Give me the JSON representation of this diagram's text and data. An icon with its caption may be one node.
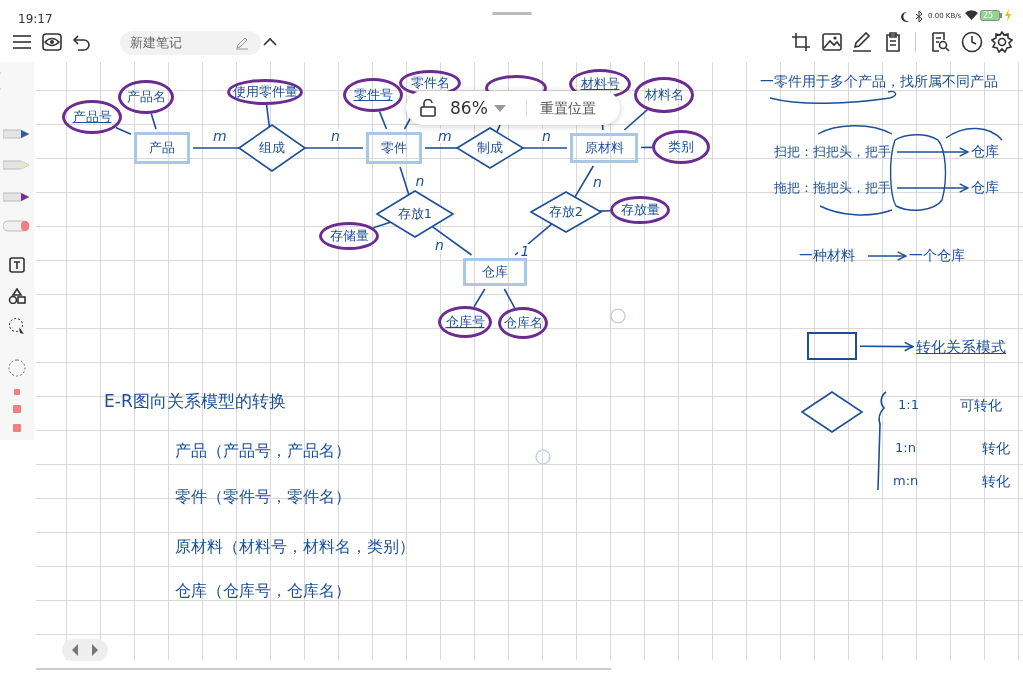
{
  "diagram": {
    "nodes": [
      {
        "text": [
          "产品号"
        ]
      },
      {
        "text": [
          "产品名"
        ]
      },
      {
        "text": [
          "使用零件量"
        ]
      },
      {
        "text": [
          "零件号"
        ]
      },
      {
        "text": [
          "零件名"
        ]
      },
      {
        "text": [],
        "shape": "ellipse"
      },
      {
        "text": [
          "材料号"
        ]
      },
      {
        "text": [
          "材料名"
        ]
      },
      {
        "text": [
          "产品"
        ]
      },
      {
        "text": [
          "组成"
        ]
      },
      {
        "text": [
          "零件"
        ]
      },
      {
        "text": [
          "制成"
        ]
      },
      {
        "text": [
          "原材料"
        ]
      },
      {
        "text": [
          "类别"
        ]
      },
      {
        "text": [
          "存放1"
        ]
      },
      {
        "text": [
          "存放2"
        ]
      },
      {
        "text": [
          "存储量"
        ]
      },
      {
        "text": [
          "存放量"
        ]
      },
      {
        "text": [
          "仓库"
        ]
      },
      {
        "text": [
          "仓库号"
        ]
      },
      {
        "text": [
          "仓库名"
        ]
      },
      {
        "text": [
          "扫把：扫把头，把手"
        ]
      },
      {
        "text": [
          "仓库"
        ]
      },
      {
        "text": [
          "拖把：拖把头，把手"
        ]
      },
      {
        "text": [
          "仓库"
        ]
      },
      {
        "text": [
          "一种材料"
        ]
      },
      {
        "text": [
          "一个仓库"
        ]
      },
      {
        "text": [],
        "shape": "box"
      },
      {
        "text": [
          "转化关系模式"
        ]
      },
      {
        "text": [],
        "shape": "diamond"
      }
    ],
    "edges": [
      {
        "from": 0,
        "to": 8,
        "arrow": "none"
      },
      {
        "from": 1,
        "to": 8,
        "arrow": "none"
      },
      {
        "from": 2,
        "to": 9,
        "arrow": "none"
      },
      {
        "from": 3,
        "to": 10,
        "arrow": "none"
      },
      {
        "from": 4,
        "to": 10,
        "arrow": "none"
      },
      {
        "from": 5,
        "to": 11,
        "arrow": "none"
      },
      {
        "from": 6,
        "to": 12,
        "arrow": "none"
      },
      {
        "from": 7,
        "to": 12,
        "arrow": "none"
      },
      {
        "from": 12,
        "to": 13,
        "arrow": "none"
      },
      {
        "from": 8,
        "to": 9,
        "arrow": "none",
        "label": "m"
      },
      {
        "from": 9,
        "to": 10,
        "arrow": "none",
        "label": "n"
      },
      {
        "from": 10,
        "to": 11,
        "arrow": "none",
        "label": "m"
      },
      {
        "from": 11,
        "to": 12,
        "arrow": "none",
        "label": "n"
      },
      {
        "from": 10,
        "to": 14,
        "arrow": "none",
        "label": "n"
      },
      {
        "from": 14,
        "to": 18,
        "arrow": "none",
        "label": "n"
      },
      {
        "from": 12,
        "to": 15,
        "arrow": "none",
        "label": "n"
      },
      {
        "from": 15,
        "to": 18,
        "arrow": "none",
        "label": "1"
      },
      {
        "from": 16,
        "to": 14,
        "arrow": "none"
      },
      {
        "from": 15,
        "to": 17,
        "arrow": "none"
      },
      {
        "from": 18,
        "to": 19,
        "arrow": "none"
      },
      {
        "from": 18,
        "to": 20,
        "arrow": "none"
      },
      {
        "from": 21,
        "to": 22,
        "arrow": "to"
      },
      {
        "from": 23,
        "to": 24,
        "arrow": "to"
      },
      {
        "from": 25,
        "to": 26,
        "arrow": "to"
      },
      {
        "from": 27,
        "to": 28,
        "arrow": "to"
      }
    ],
    "labels": [
      "19:17",
      "0.00 KB/s",
      "25",
      "新建笔记",
      "86%",
      "重置位置",
      "一零件用于多个产品，找所属不同产品",
      "1:1",
      "可转化",
      "1:n",
      "转化",
      "m:n",
      "转化",
      "E-R图向关系模型的转换",
      "产品（产品号，产品名）",
      "零件（零件号，零件名）",
      "原材料（材料号，材料名，类别）",
      "仓库（仓库号，仓库名）"
    ]
  }
}
